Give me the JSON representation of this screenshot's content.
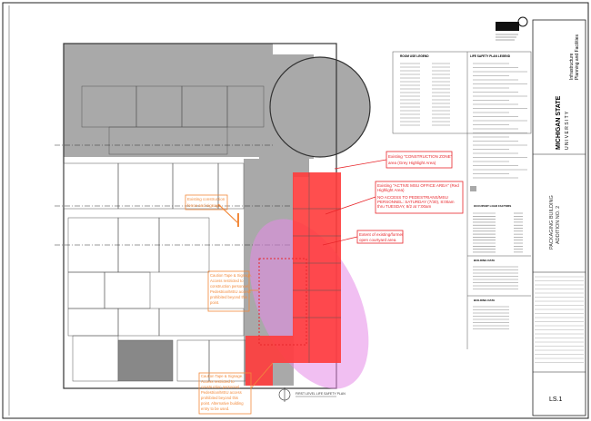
{
  "colors": {
    "construction_zone": "#a9a9a9",
    "active_office_area": "#ff3b3b",
    "courtyard_extent": "#e58ae8",
    "callout_red": "#e8262b",
    "callout_orange": "#f28a3c"
  },
  "plan_title": "FIRST LEVEL LIFE SAFETY PLAN",
  "architect_logo": "TMP ARCHITECTURE",
  "legends": {
    "room_use": "ROOM USE LEGEND",
    "life_safety": "LIFE SAFETY PLAN LEGEND",
    "occupant_load": "OCCUPANT LOAD FACTORS",
    "building_data_1": "BUILDING DATA",
    "building_data_2": "BUILDING DATA"
  },
  "callouts": {
    "construction_zone": [
      "Existing \"CONSTRUCTION ZONE\"",
      "area (Grey Highlight Area)"
    ],
    "active_office": [
      "Existing \"ACTIVE MSU OFFICE AREA\" (Red",
      "Highlight Area)",
      "",
      "NO ACCESS TO PEDESTRIANS/MSU",
      "PERSONNEL: SATURDAY (7/30), 8:00am",
      "thru TUESDAY, 8/2 at 7:00am"
    ],
    "courtyard": [
      "Extent of existing/former",
      "open courtyard area."
    ],
    "fence": [
      "Existing construction",
      "fence and signage."
    ],
    "caution_1": [
      "Caution Tape & Signage.",
      "Access restricted to",
      "construction personnel.",
      "Pedestrian/MSU access",
      "prohibited beyond this",
      "point."
    ],
    "caution_2": [
      "Caution Tape & Signage.",
      "Access restricted to",
      "construction personnel.",
      "Pedestrian/MSU access",
      "prohibited beyond this",
      "point. Alternative building",
      "entry to be used."
    ]
  },
  "title_block": {
    "department": [
      "Infrastructure",
      "Planning and Facilities"
    ],
    "university": "MICHIGAN STATE",
    "university_sub": "U N I V E R S I T Y",
    "project": [
      "PACKAGING BUILDING",
      "ADDITION NO. 2"
    ],
    "sheet_number": "LS.1"
  }
}
